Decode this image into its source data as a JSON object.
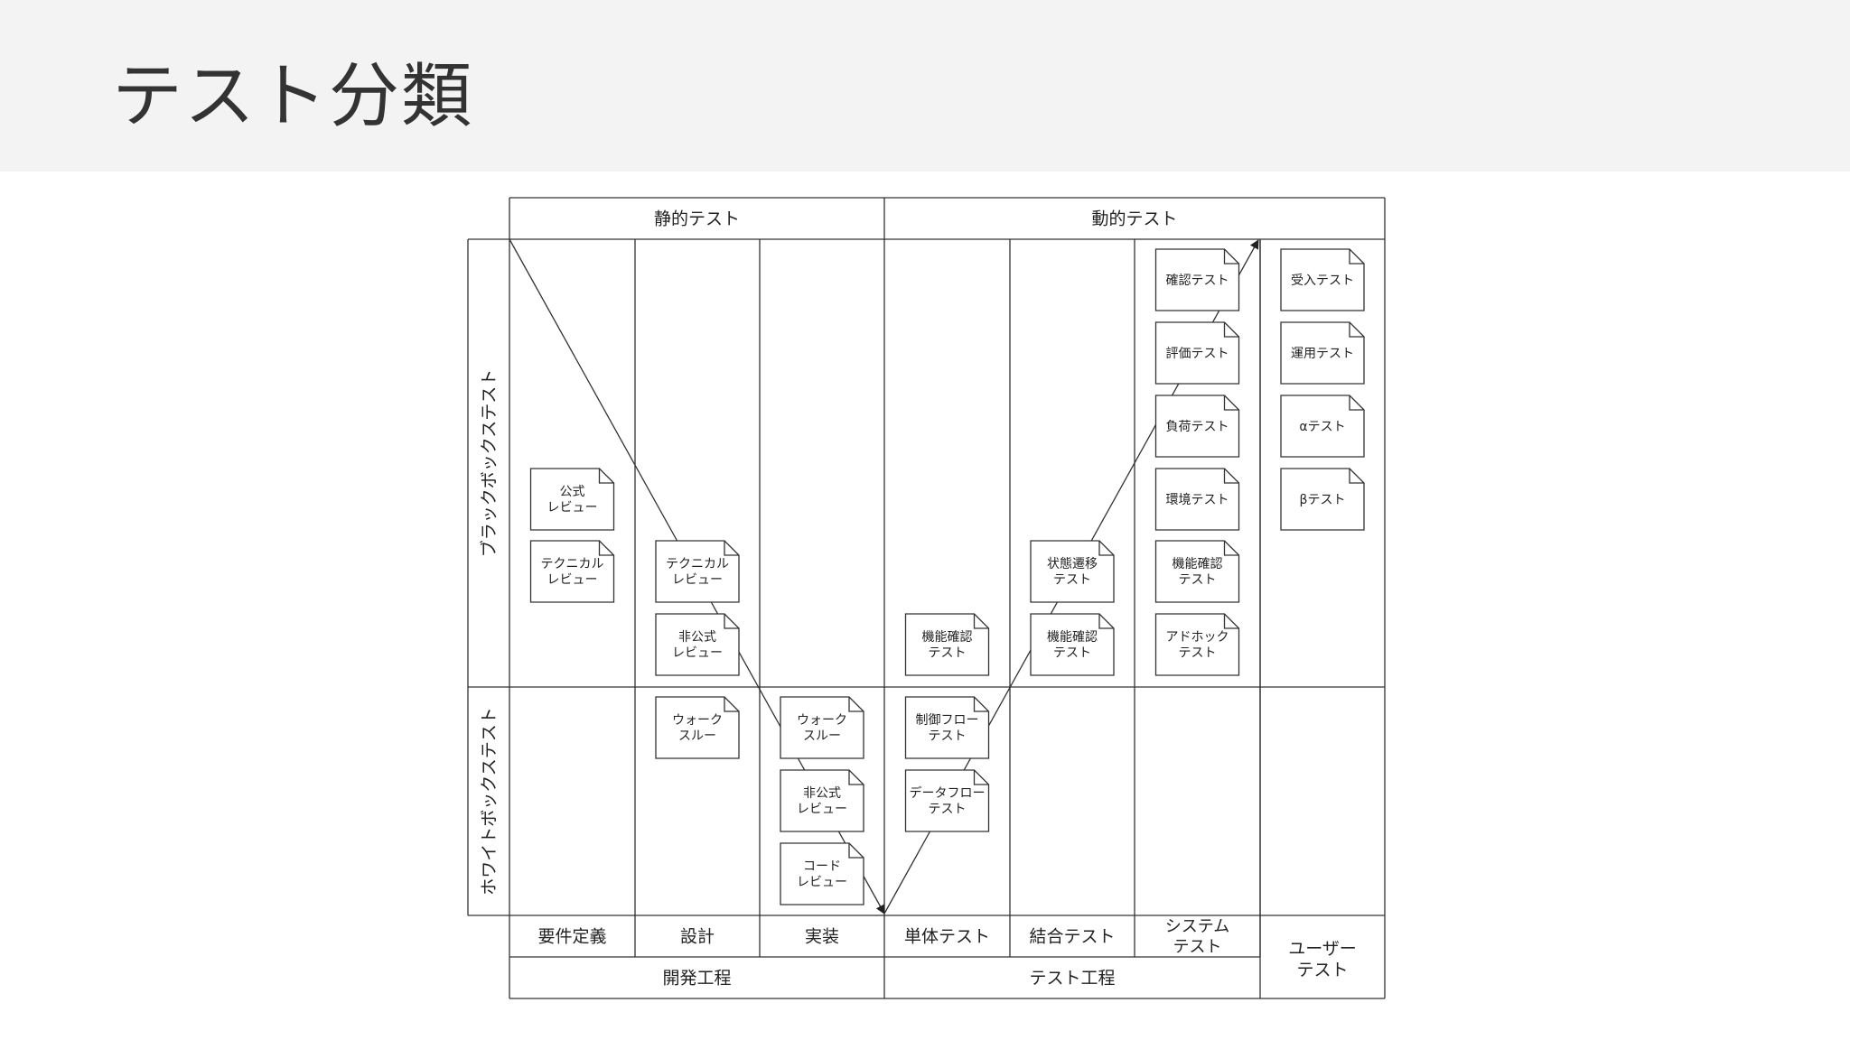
{
  "title": "テスト分類",
  "diagram": {
    "top_headers": [
      "静的テスト",
      "動的テスト"
    ],
    "row_headers": [
      "ブラックボックステスト",
      "ホワイトボックステスト"
    ],
    "phases": [
      "要件定義",
      "設計",
      "実装",
      "単体テスト",
      "結合テスト",
      "システム\nテスト"
    ],
    "user_test": "ユーザー\nテスト",
    "process_groups": [
      "開発工程",
      "テスト工程"
    ],
    "notes": [
      {
        "text": "公式\nレビュー",
        "col": 0,
        "row": 3
      },
      {
        "text": "テクニカル\nレビュー",
        "col": 0,
        "row": 4
      },
      {
        "text": "テクニカル\nレビュー",
        "col": 1,
        "row": 4
      },
      {
        "text": "非公式\nレビュー",
        "col": 1,
        "row": 5
      },
      {
        "text": "ウォーク\nスルー",
        "col": 1,
        "row": 6
      },
      {
        "text": "ウォーク\nスルー",
        "col": 2,
        "row": 6
      },
      {
        "text": "非公式\nレビュー",
        "col": 2,
        "row": 7
      },
      {
        "text": "コード\nレビュー",
        "col": 2,
        "row": 8
      },
      {
        "text": "機能確認\nテスト",
        "col": 3,
        "row": 5
      },
      {
        "text": "制御フロー\nテスト",
        "col": 3,
        "row": 6
      },
      {
        "text": "データフロー\nテスト",
        "col": 3,
        "row": 7
      },
      {
        "text": "状態遷移\nテスト",
        "col": 4,
        "row": 4
      },
      {
        "text": "機能確認\nテスト",
        "col": 4,
        "row": 5
      },
      {
        "text": "確認テスト",
        "col": 5,
        "row": 0
      },
      {
        "text": "評価テスト",
        "col": 5,
        "row": 1
      },
      {
        "text": "負荷テスト",
        "col": 5,
        "row": 2
      },
      {
        "text": "環境テスト",
        "col": 5,
        "row": 3
      },
      {
        "text": "機能確認\nテスト",
        "col": 5,
        "row": 4
      },
      {
        "text": "アドホック\nテスト",
        "col": 5,
        "row": 5
      },
      {
        "text": "受入テスト",
        "col": 6,
        "row": 0
      },
      {
        "text": "運用テスト",
        "col": 6,
        "row": 1
      },
      {
        "text": "αテスト",
        "col": 6,
        "row": 2
      },
      {
        "text": "βテスト",
        "col": 6,
        "row": 3
      }
    ]
  }
}
